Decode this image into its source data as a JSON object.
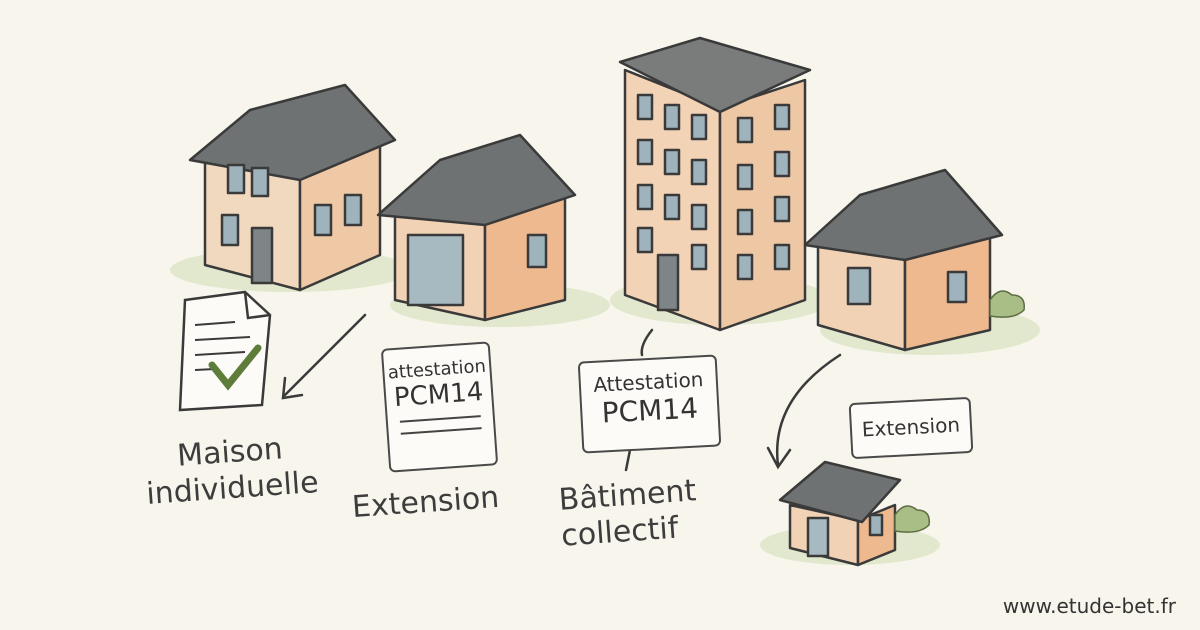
{
  "cards": {
    "attestation_1": {
      "line1": "attestation",
      "line2": "PCM14"
    },
    "attestation_2": {
      "line1": "Attestation",
      "line2": "PCM14"
    },
    "extension_tag": "Extension"
  },
  "labels": {
    "maison": {
      "line1": "Maison",
      "line2": "individuelle"
    },
    "extension": "Extension",
    "batiment": {
      "line1": "Bâtiment",
      "line2": "collectif"
    }
  },
  "footer": {
    "url": "www.etude-bet.fr"
  },
  "icons": [
    "house-icon",
    "document-check-icon",
    "arrow-icon"
  ],
  "colors": {
    "background": "#f8f5ec",
    "roof": "#6b6e6e",
    "wall": "#f1d2b4",
    "check": "#5e7d3a"
  }
}
